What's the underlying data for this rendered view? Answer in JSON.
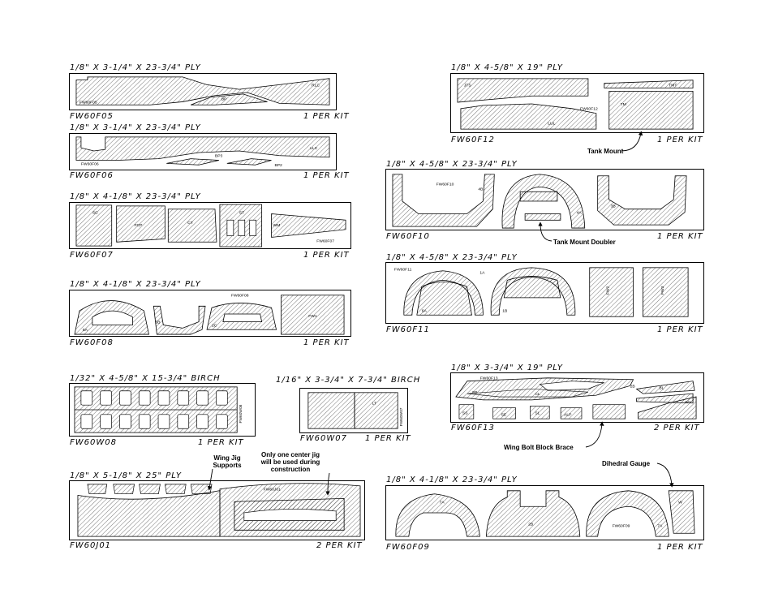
{
  "panels": [
    {
      "id": "fw60f05",
      "spec": "1/8\" X 3-1/4\" X 23-3/4\" PLY",
      "part": "FW60F05",
      "qty": "1 PER KIT",
      "parts": [
        "FW60F05",
        "RLC",
        "BP"
      ]
    },
    {
      "id": "fw60f06",
      "spec": "1/8\" X 3-1/4\" X 23-3/4\" PLY",
      "part": "FW60F06",
      "qty": "1 PER KIT",
      "parts": [
        "FW60F06",
        "BP3",
        "BP2",
        "LLC"
      ]
    },
    {
      "id": "fw60f07",
      "spec": "1/8\" X 4-1/8\" X 23-3/4\" PLY",
      "part": "FW60F07",
      "qty": "1 PER KIT",
      "parts": [
        "SC",
        "FCP",
        "CT",
        "ST",
        "FW60F07",
        "WM"
      ]
    },
    {
      "id": "fw60f08",
      "spec": "1/8\" X 4-1/8\" X 23-3/4\" PLY",
      "part": "FW60F08",
      "qty": "1 PER KIT",
      "parts": [
        "FW60F08",
        "5A",
        "5B",
        "2C",
        "FW1"
      ]
    },
    {
      "id": "fw60w08",
      "spec": "1/32\" X 4-5/8\" X 15-3/4\" BIRCH",
      "part": "FW60W08",
      "qty": "1 PER KIT",
      "parts": [
        "FW60W08"
      ]
    },
    {
      "id": "fw60w07",
      "spec": "1/16\" X 3-3/4\" X 7-3/4\" BIRCH",
      "part": "FW60W07",
      "qty": "1 PER KIT",
      "parts": [
        "FW60W07",
        "LT"
      ]
    },
    {
      "id": "fw60j01",
      "spec": "1/8\" X 5-1/8\" X 25\" PLY",
      "part": "FW60J01",
      "qty": "2 PER KIT",
      "parts": [
        "FW60J01"
      ]
    },
    {
      "id": "fw60f12",
      "spec": "1/8\" X 4-5/8\" X 19\" PLY",
      "part": "FW60F12",
      "qty": "1 PER KIT",
      "parts": [
        "JTS",
        "FW60F12",
        "LUL",
        "TM",
        "TMT"
      ]
    },
    {
      "id": "fw60f10",
      "spec": "1/8\" X 4-5/8\" X 23-3/4\" PLY",
      "part": "FW60F10",
      "qty": "1 PER KIT",
      "parts": [
        "FW60F10",
        "4B",
        "4A",
        "3B"
      ]
    },
    {
      "id": "fw60f11",
      "spec": "1/8\" X 4-5/8\" X 23-3/4\" PLY",
      "part": "FW60F11",
      "qty": "1 PER KIT",
      "parts": [
        "FW60F11",
        "1A",
        "6A",
        "1B",
        "FW2",
        "FW3"
      ]
    },
    {
      "id": "fw60f13",
      "spec": "1/8\" X 3-3/4\" X 19\" PLY",
      "part": "FW60F13",
      "qty": "2 PER KIT",
      "parts": [
        "FW60F13",
        "2B",
        "SB",
        "CL",
        "BL",
        "W1",
        "SS",
        "SE",
        "SL",
        "ALP"
      ]
    },
    {
      "id": "fw60f09",
      "spec": "1/8\" X 4-1/8\" X 23-3/4\" PLY",
      "part": "FW60F09",
      "qty": "1 PER KIT",
      "parts": [
        "7A",
        "2B",
        "FW60F09",
        "7A",
        "W"
      ]
    }
  ],
  "notes": {
    "tank_mount": "Tank Mount",
    "tank_mount_doubler": "Tank Mount Doubler",
    "wing_bolt_block_brace": "Wing Bolt Block Brace",
    "dihedral_gauge": "Dihedral Gauge",
    "wing_jig_supports_1": "Wing Jig",
    "wing_jig_supports_2": "Supports",
    "center_jig_1": "Only one center jig",
    "center_jig_2": "will be used during",
    "center_jig_3": "construction"
  }
}
